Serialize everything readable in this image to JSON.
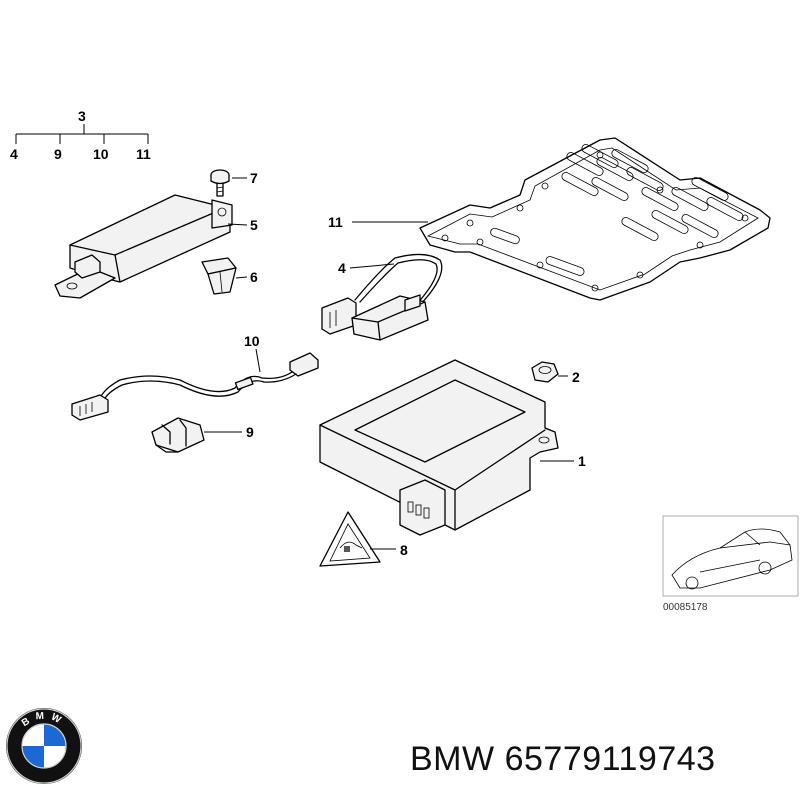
{
  "diagram": {
    "callouts": {
      "c1": "1",
      "c2": "2",
      "c3": "3",
      "c4": "4",
      "c5": "5",
      "c6": "6",
      "c7": "7",
      "c8": "8",
      "c9": "9",
      "c10": "10",
      "c11": "11"
    },
    "subgroup": {
      "n4": "4",
      "n9": "9",
      "n10": "10",
      "n11": "11"
    },
    "reference_code": "00085178"
  },
  "caption": {
    "brand": "BMW",
    "part_number": "65779119743"
  },
  "logo": {
    "letters": "BMW",
    "colors": {
      "blue": "#1c69d4",
      "ring": "#111111",
      "white": "#ffffff"
    }
  }
}
